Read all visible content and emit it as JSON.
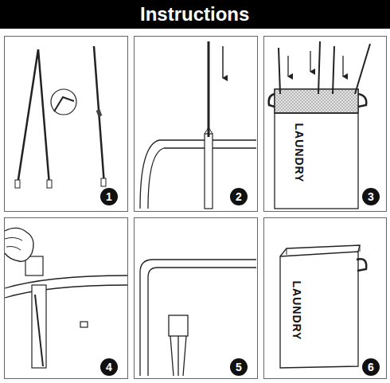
{
  "diagram": {
    "title": "Instructions",
    "labels": [
      "1",
      "2",
      "3",
      "4",
      "5",
      "6",
      "LAUNDRY",
      "LAUNDRY"
    ]
  }
}
